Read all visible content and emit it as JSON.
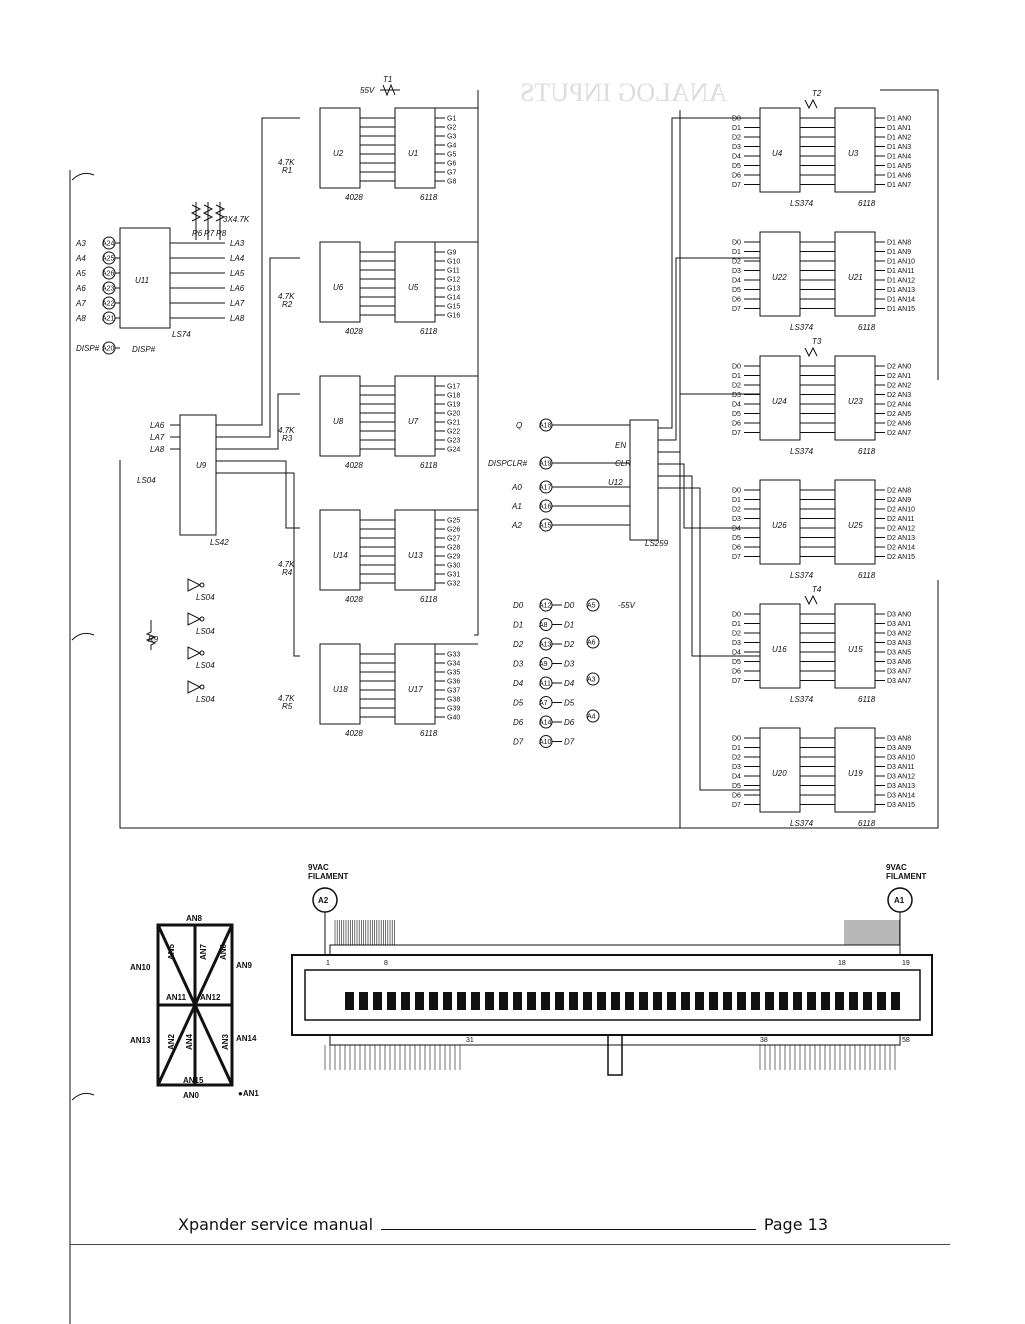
{
  "footer": {
    "title": "Xpander service manual",
    "page": "Page 13"
  },
  "bleed_heading": "ANALOG INPUTS",
  "left_block": {
    "chip": "U11",
    "chip_type": "LS74",
    "inputs": [
      "A3",
      "A4",
      "A5",
      "A6",
      "A7",
      "A8",
      "DISP#"
    ],
    "pins": [
      "A24",
      "A25",
      "A26",
      "A23",
      "A22",
      "A21",
      "A20"
    ],
    "resistors": [
      "R6",
      "R7",
      "R8"
    ],
    "res_value": "3X4.7K",
    "outputs": [
      "LA3",
      "LA4",
      "LA5",
      "LA6",
      "LA7",
      "LA8"
    ],
    "net": "DISP#"
  },
  "u9": {
    "chip": "U9",
    "type": "LS42",
    "inputs": [
      "LA6",
      "LA7",
      "LA8"
    ],
    "enable": "LS04"
  },
  "inverters": [
    "LS04",
    "LS04",
    "LS04",
    "LS04"
  ],
  "r9": "R9",
  "drivers": [
    {
      "latch": "U2",
      "dac": "U1",
      "res": "R1",
      "cap": "4.7K",
      "trim": "T1",
      "outs": [
        "G1",
        "G2",
        "G3",
        "G4",
        "G5",
        "G6",
        "G7",
        "G8"
      ]
    },
    {
      "latch": "U6",
      "dac": "U5",
      "res": "R2",
      "cap": "4.7K",
      "trim": "",
      "outs": [
        "G9",
        "G10",
        "G11",
        "G12",
        "G13",
        "G14",
        "G15",
        "G16"
      ]
    },
    {
      "latch": "U8",
      "dac": "U7",
      "res": "R3",
      "cap": "4.7K",
      "trim": "",
      "outs": [
        "G17",
        "G18",
        "G19",
        "G20",
        "G21",
        "G22",
        "G23",
        "G24"
      ]
    },
    {
      "latch": "U14",
      "dac": "U13",
      "res": "R4",
      "cap": "4.7K",
      "trim": "",
      "outs": [
        "G25",
        "G26",
        "G27",
        "G28",
        "G29",
        "G30",
        "G31",
        "G32"
      ]
    },
    {
      "latch": "U18",
      "dac": "U17",
      "res": "R5",
      "cap": "4.7K",
      "trim": "",
      "outs": [
        "G33",
        "G34",
        "G35",
        "G36",
        "G37",
        "G38",
        "G39",
        "G40"
      ]
    }
  ],
  "driver_parts": {
    "latch_type": "4028",
    "dac_type": "6118",
    "supply": "55V"
  },
  "u12": {
    "chip": "U12",
    "type": "LS259",
    "labels": [
      "Q",
      "DISPCLR#",
      "A0",
      "A1",
      "A2"
    ],
    "pins": [
      "A18",
      "A19",
      "A17",
      "A16",
      "A15"
    ],
    "clr": "CLR",
    "en": "EN"
  },
  "databus": {
    "rows": [
      "D0",
      "D1",
      "D2",
      "D3",
      "D4",
      "D5",
      "D6",
      "D7"
    ],
    "pins": [
      "A12",
      "A8",
      "A13",
      "A9",
      "A11",
      "A7",
      "A14",
      "A10"
    ],
    "power": [
      "A5",
      "A6",
      "A3",
      "A4"
    ],
    "supply": "-55V"
  },
  "right_pairs": [
    {
      "latch": "U4",
      "dac": "U3",
      "trim": "T2",
      "outs": [
        "D1 AN0",
        "D1 AN1",
        "D1 AN2",
        "D1 AN3",
        "D1 AN4",
        "D1 AN5",
        "D1 AN6",
        "D1 AN7"
      ]
    },
    {
      "latch": "U22",
      "dac": "U21",
      "trim": "",
      "outs": [
        "D1 AN8",
        "D1 AN9",
        "D1 AN10",
        "D1 AN11",
        "D1 AN12",
        "D1 AN13",
        "D1 AN14",
        "D1 AN15"
      ]
    },
    {
      "latch": "U24",
      "dac": "U23",
      "trim": "T3",
      "outs": [
        "D2 AN0",
        "D2 AN1",
        "D2 AN2",
        "D2 AN3",
        "D2 AN4",
        "D2 AN5",
        "D2 AN6",
        "D2 AN7"
      ]
    },
    {
      "latch": "U26",
      "dac": "U25",
      "trim": "",
      "outs": [
        "D2 AN8",
        "D2 AN9",
        "D2 AN10",
        "D2 AN11",
        "D2 AN12",
        "D2 AN13",
        "D2 AN14",
        "D2 AN15"
      ]
    },
    {
      "latch": "U16",
      "dac": "U15",
      "trim": "T4",
      "outs": [
        "D3 AN0",
        "D3 AN1",
        "D3 AN2",
        "D3 AN3",
        "D3 AN5",
        "D3 AN6",
        "D3 AN7",
        "D3 AN7"
      ]
    },
    {
      "latch": "U20",
      "dac": "U19",
      "trim": "",
      "outs": [
        "D3 AN8",
        "D3 AN9",
        "D3 AN10",
        "D3 AN11",
        "D3 AN12",
        "D3 AN13",
        "D3 AN14",
        "D3 AN15"
      ]
    }
  ],
  "right_parts": {
    "latch_type": "LS374",
    "dac_type": "6118"
  },
  "segment_key": {
    "top": "AN8",
    "bottom": "AN15",
    "base": "AN0",
    "dp": "●AN1",
    "left_upper": "AN10",
    "left_lower": "AN13",
    "right_upper": "AN9",
    "right_lower": "AN14",
    "mid_left": "AN11",
    "mid_right": "AN12",
    "diag_ul": "AN5",
    "diag_um": "AN7",
    "diag_ur": "AN6",
    "diag_ll": "AN2",
    "diag_lm": "AN4",
    "diag_lr": "AN3"
  },
  "display": {
    "left_label": "9VAC\nFILAMENT",
    "right_label": "9VAC\nFILAMENT",
    "left_pin": "A2",
    "right_pin": "A1",
    "pin_marks": [
      "1",
      "8",
      "18",
      "19",
      "31",
      "38",
      "58"
    ],
    "char_count": 40
  }
}
